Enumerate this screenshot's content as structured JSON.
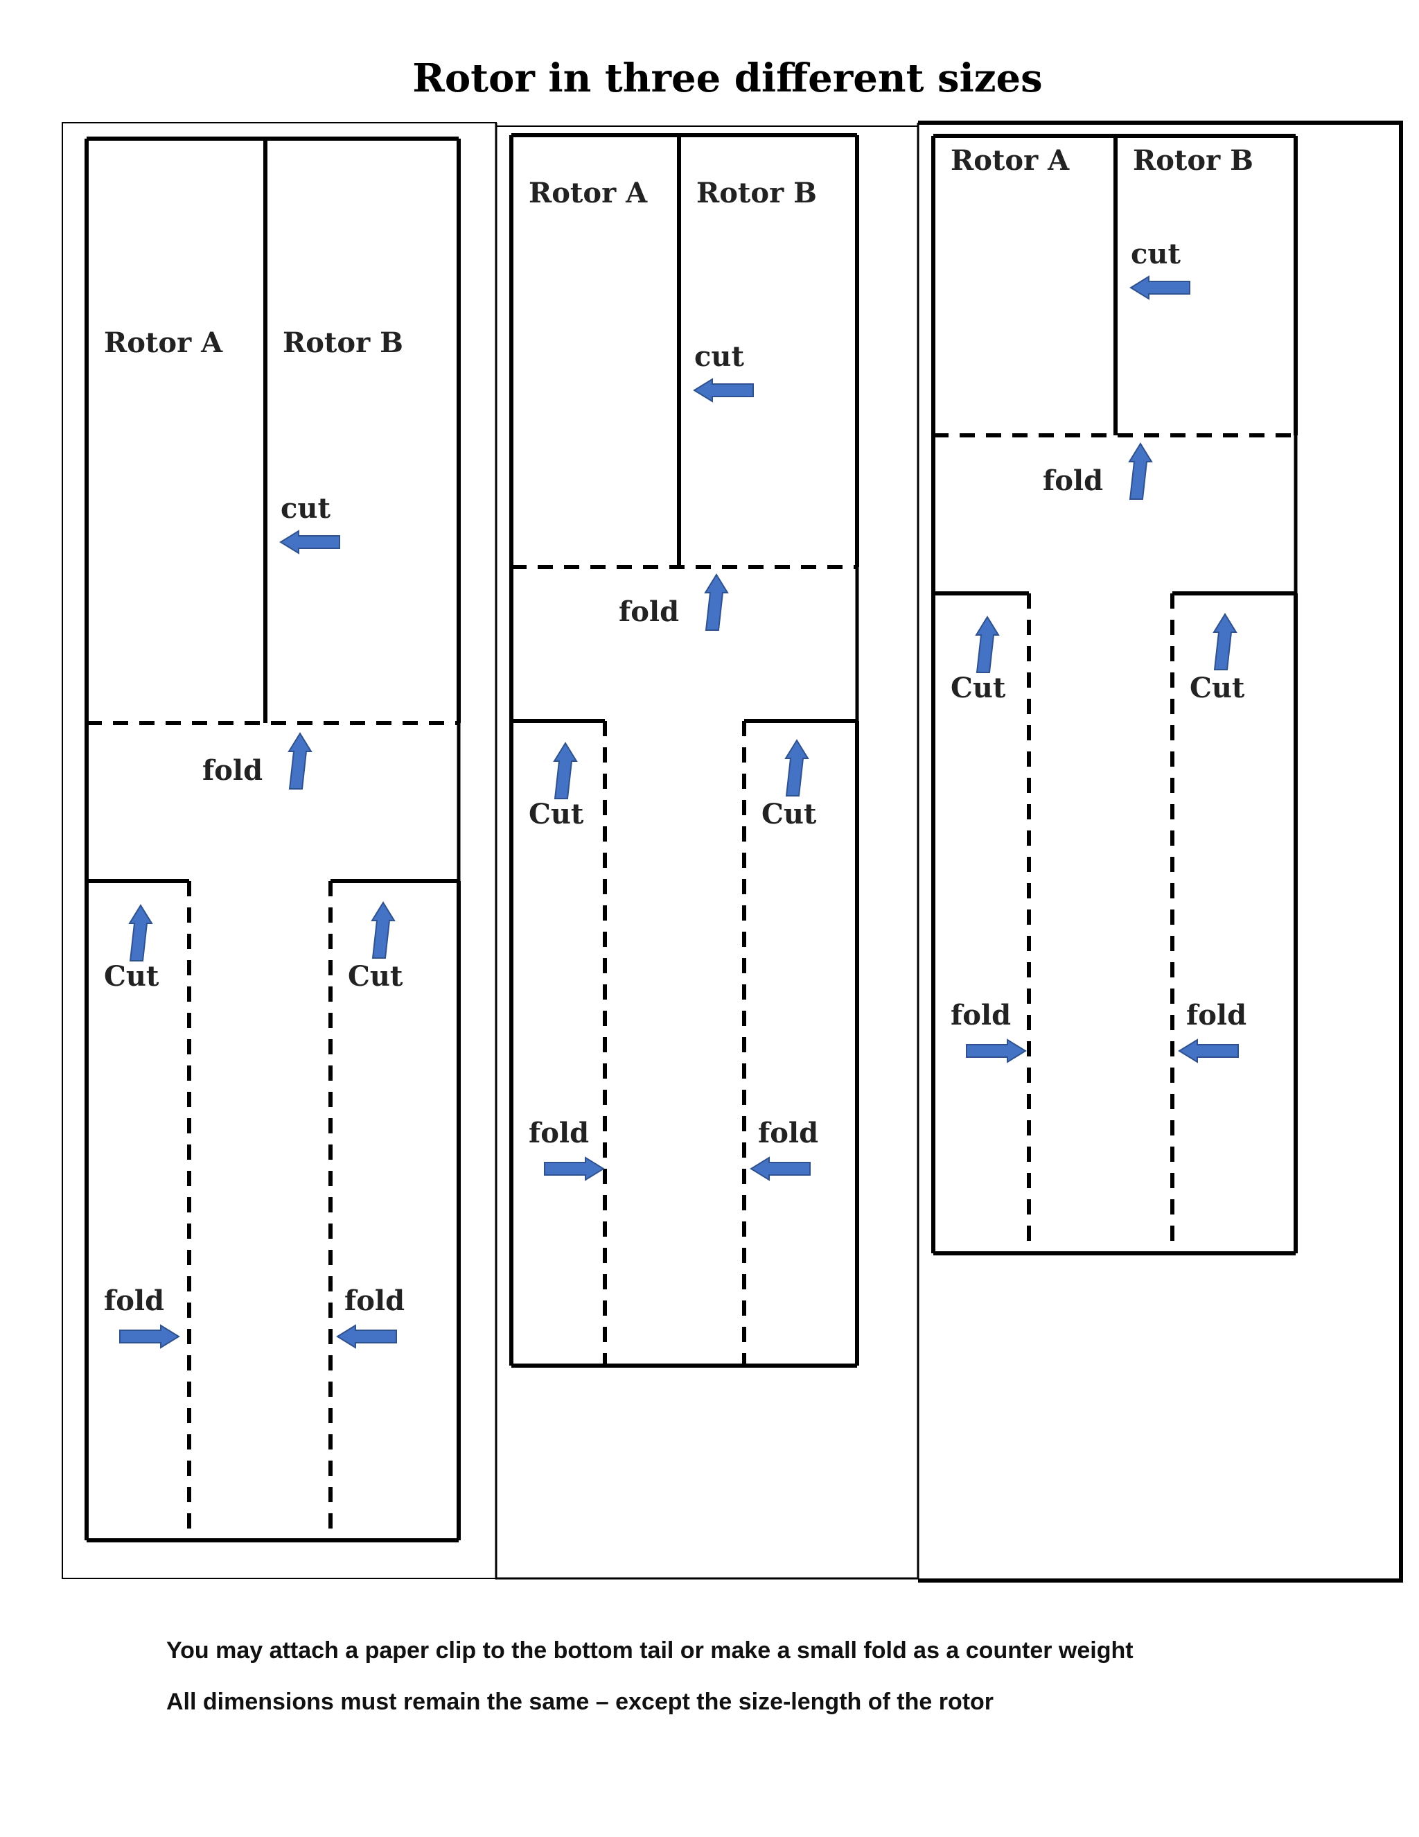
{
  "title": "Rotor in three different sizes",
  "labels": {
    "rotor_a": "Rotor A",
    "rotor_b": "Rotor B",
    "cut_lower": "cut",
    "cut_upper": "Cut",
    "fold": "fold"
  },
  "notes": [
    "You may attach a paper clip to the bottom tail or make a small fold as a counter weight",
    "All dimensions must remain the same – except the size-length of the rotor"
  ],
  "colors": {
    "arrow_fill": "#4472c4",
    "arrow_stroke": "#2f528f",
    "line": "#000000"
  },
  "rotors": [
    {
      "size": "large"
    },
    {
      "size": "medium"
    },
    {
      "size": "small"
    }
  ]
}
